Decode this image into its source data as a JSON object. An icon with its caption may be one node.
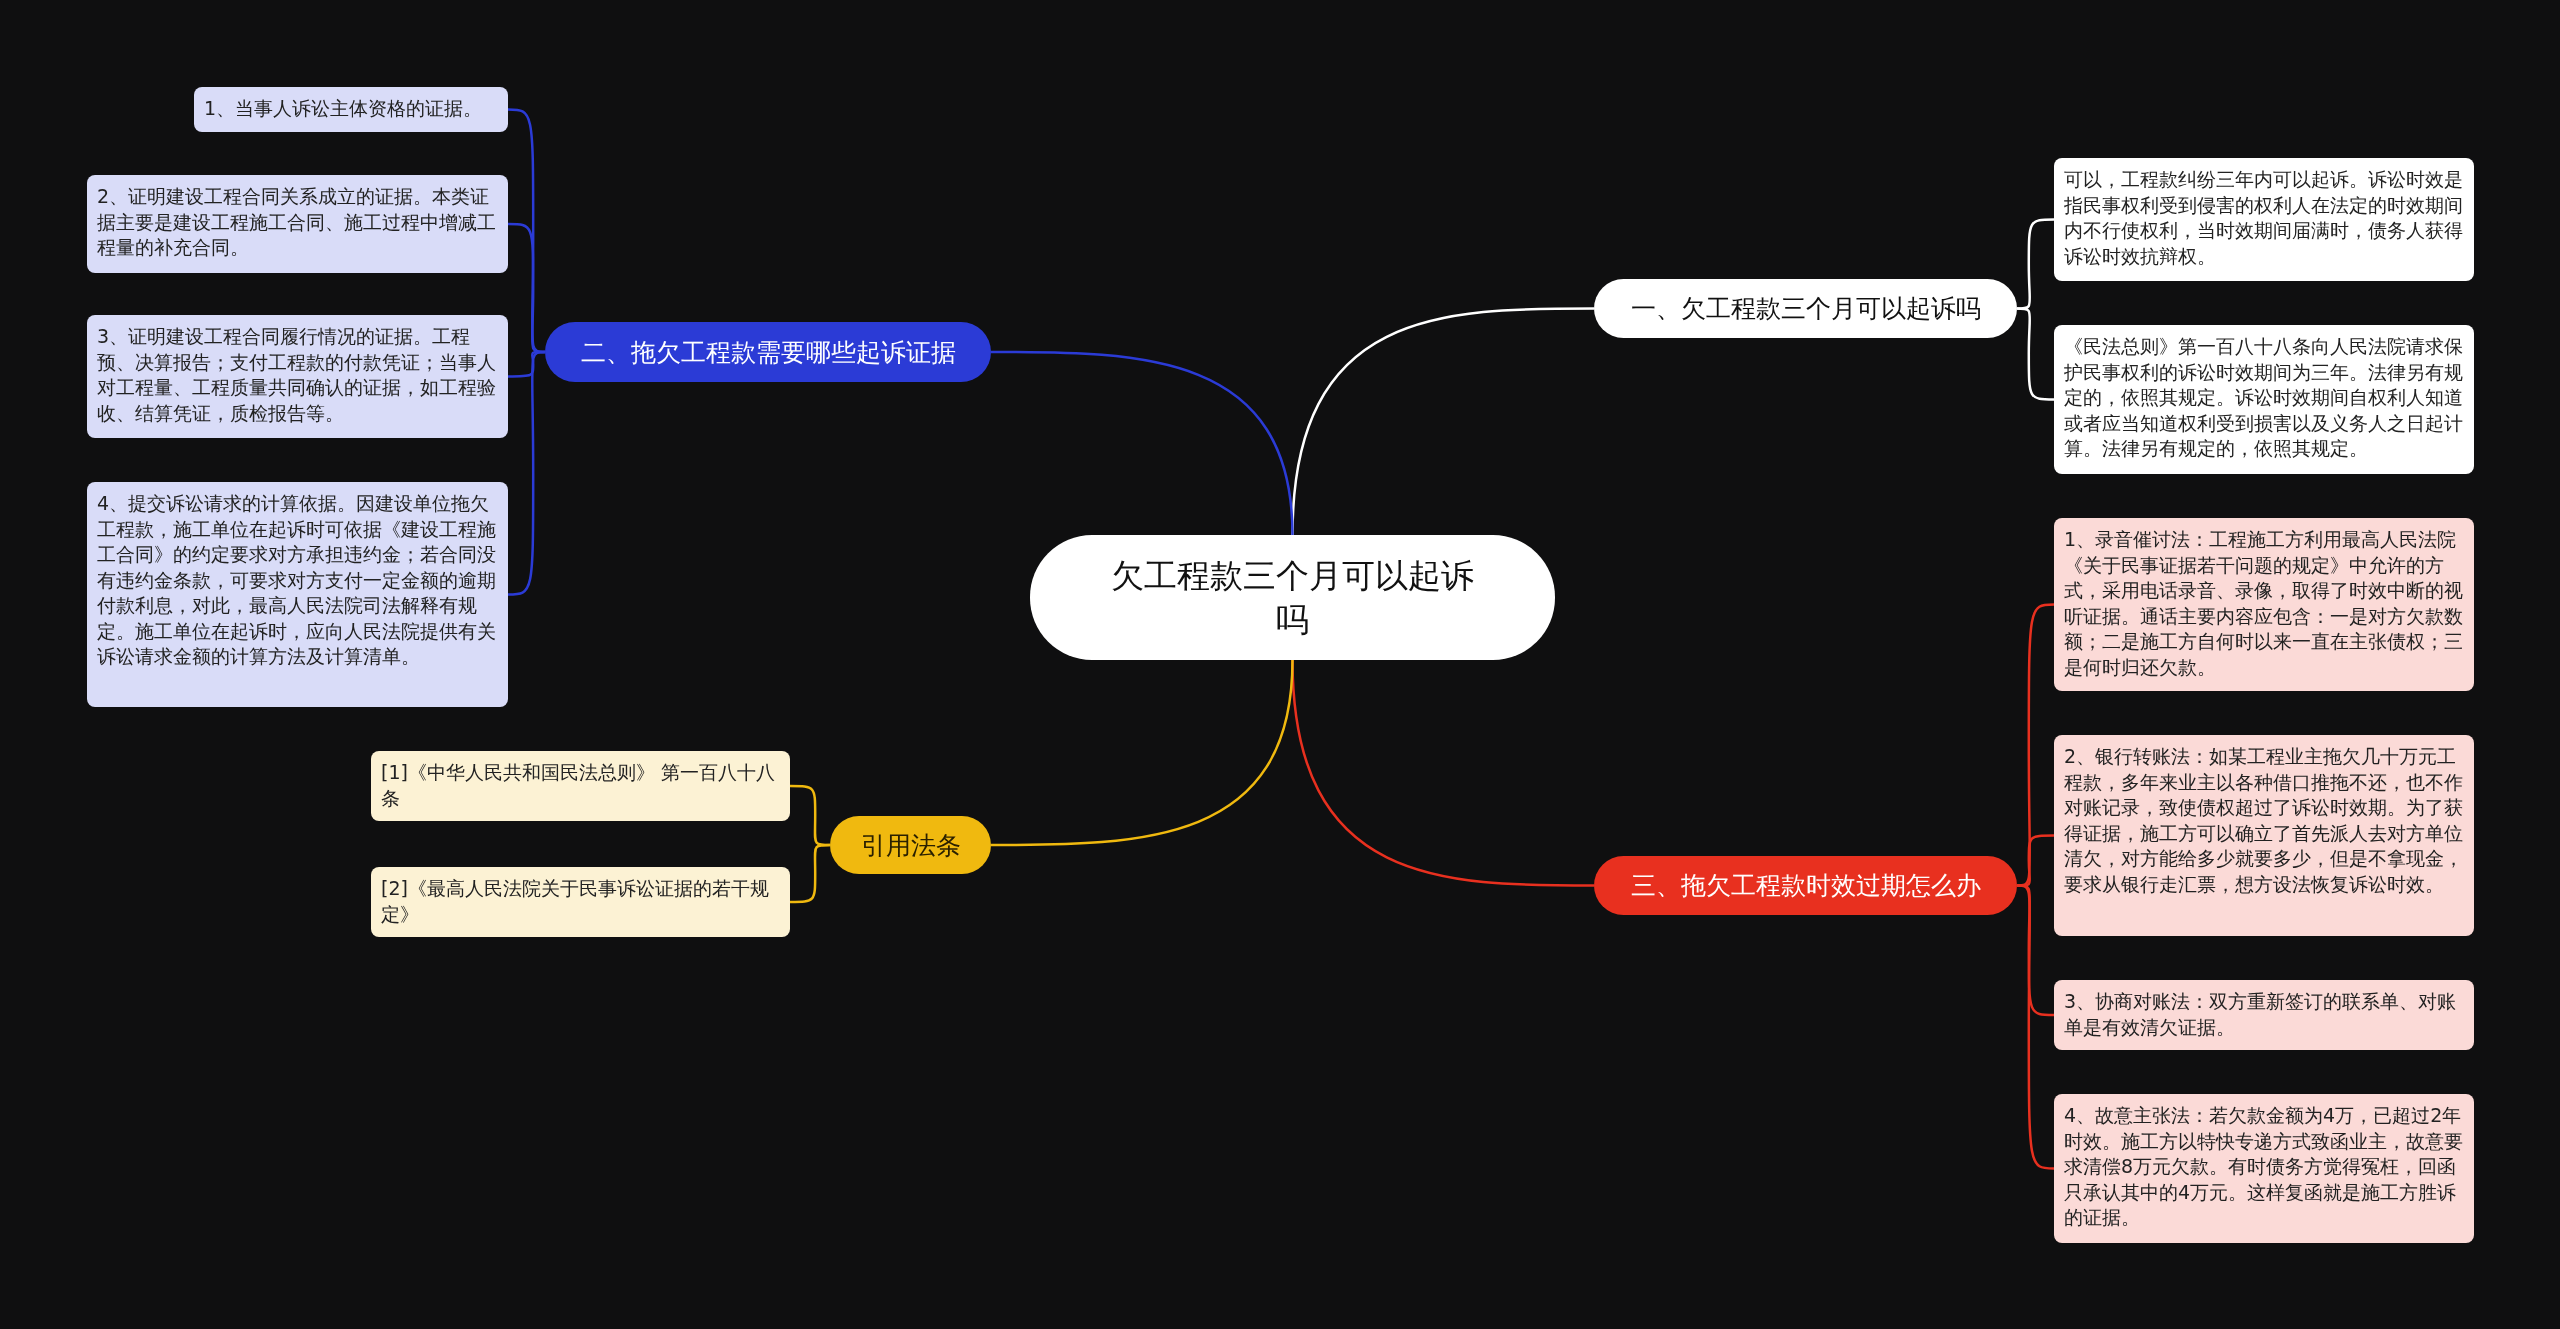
{
  "diagram": {
    "nodes": [
      {
        "text": [
          "欠工程款三个月可以起诉吗"
        ]
      },
      {
        "text": [
          "一、欠工程款三个月可以起诉吗"
        ]
      },
      {
        "text": [
          "可以，工程款纠纷三年内可以起诉。诉讼时效是指民事权利受到侵害的权利人在法定的时效期间内不行使权利，当时效期间届满时，债务人获得诉讼时效抗辩权。"
        ]
      },
      {
        "text": [
          "《民法总则》第一百八十八条向人民法院请求保护民事权利的诉讼时效期间为三年。法律另有规定的，依照其规定。诉讼时效期间自权利人知道或者应当知道权利受到损害以及义务人之日起计算。法律另有规定的，依照其规定。"
        ]
      },
      {
        "text": [
          "二、拖欠工程款需要哪些起诉证据"
        ]
      },
      {
        "text": [
          "1、当事人诉讼主体资格的证据。"
        ]
      },
      {
        "text": [
          "2、证明建设工程合同关系成立的证据。本类证据主要是建设工程施工合同、施工过程中增减工程量的补充合同。"
        ]
      },
      {
        "text": [
          "3、证明建设工程合同履行情况的证据。工程预、决算报告；支付工程款的付款凭证；当事人对工程量、工程质量共同确认的证据，如工程验收、结算凭证，质检报告等。"
        ]
      },
      {
        "text": [
          "4、提交诉讼请求的计算依据。因建设单位拖欠工程款，施工单位在起诉时可依据《建设工程施工合同》的约定要求对方承担违约金；若合同没有违约金条款，可要求对方支付一定金额的逾期付款利息，对此，最高人民法院司法解释有规定。施工单位在起诉时，应向人民法院提供有关诉讼请求金额的计算方法及计算清单。"
        ]
      },
      {
        "text": [
          "三、拖欠工程款时效过期怎么办"
        ]
      },
      {
        "text": [
          "1、录音催讨法：工程施工方利用最高人民法院《关于民事证据若干问题的规定》中允许的方式，采用电话录音、录像，取得了时效中断的视听证据。通话主要内容应包含：一是对方欠款数额；二是施工方自何时以来一直在主张债权；三是何时归还欠款。"
        ]
      },
      {
        "text": [
          "2、银行转账法：如某工程业主拖欠几十万元工程款，多年来业主以各种借口推拖不还，也不作对账记录，致使债权超过了诉讼时效期。为了获得证据，施工方可以确立了首先派人去对方单位清欠，对方能给多少就要多少，但是不拿现金，要求从银行走汇票，想方设法恢复诉讼时效。"
        ]
      },
      {
        "text": [
          "3、协商对账法：双方重新签订的联系单、对账单是有效清欠证据。"
        ]
      },
      {
        "text": [
          "4、故意主张法：若欠款金额为4万，已超过2年时效。施工方以特快专递方式致函业主，故意要求清偿8万元欠款。有时债务方觉得冤枉，回函只承认其中的4万元。这样复函就是施工方胜诉的证据。"
        ]
      },
      {
        "text": [
          "引用法条"
        ]
      },
      {
        "text": [
          "[1]《中华人民共和国民法总则》 第一百八十八条"
        ]
      },
      {
        "text": [
          "[2]《最高人民法院关于民事诉讼证据的若干规定》"
        ]
      }
    ],
    "edges": [
      {
        "from": 0,
        "to": 1,
        "arrow": "none",
        "color": "#ffffff"
      },
      {
        "from": 1,
        "to": 2,
        "arrow": "none",
        "color": "#ffffff"
      },
      {
        "from": 1,
        "to": 3,
        "arrow": "none",
        "color": "#ffffff"
      },
      {
        "from": 0,
        "to": 4,
        "arrow": "none",
        "color": "#2b3bd6"
      },
      {
        "from": 4,
        "to": 5,
        "arrow": "none",
        "color": "#2b3bd6"
      },
      {
        "from": 4,
        "to": 6,
        "arrow": "none",
        "color": "#2b3bd6"
      },
      {
        "from": 4,
        "to": 7,
        "arrow": "none",
        "color": "#2b3bd6"
      },
      {
        "from": 4,
        "to": 8,
        "arrow": "none",
        "color": "#2b3bd6"
      },
      {
        "from": 0,
        "to": 9,
        "arrow": "none",
        "color": "#e8301f"
      },
      {
        "from": 9,
        "to": 10,
        "arrow": "none",
        "color": "#e8301f"
      },
      {
        "from": 9,
        "to": 11,
        "arrow": "none",
        "color": "#e8301f"
      },
      {
        "from": 9,
        "to": 12,
        "arrow": "none",
        "color": "#e8301f"
      },
      {
        "from": 9,
        "to": 13,
        "arrow": "none",
        "color": "#e8301f"
      },
      {
        "from": 0,
        "to": 14,
        "arrow": "none",
        "color": "#f0b90f"
      },
      {
        "from": 14,
        "to": 15,
        "arrow": "none",
        "color": "#f0b90f"
      },
      {
        "from": 14,
        "to": 16,
        "arrow": "none",
        "color": "#f0b90f"
      }
    ]
  }
}
